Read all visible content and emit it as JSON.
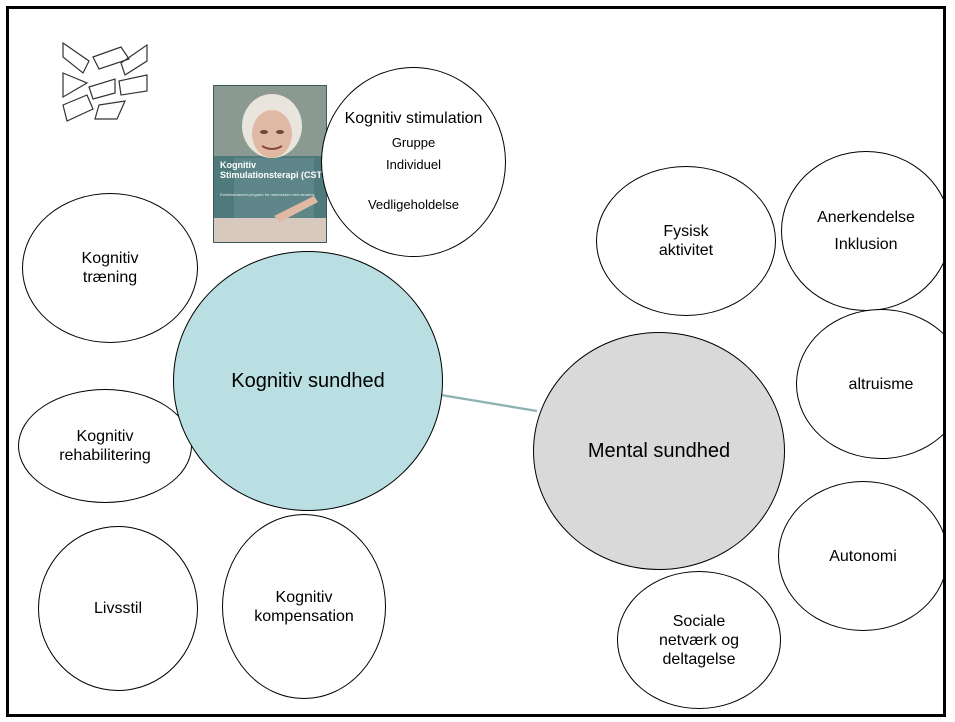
{
  "center_left": {
    "label": "Kognitiv sundhed",
    "color": "#b9dfe2"
  },
  "center_right": {
    "label": "Mental sundhed",
    "color": "#d9d9d9"
  },
  "book": {
    "title": "Kognitiv Stimulationsterapi (CST)",
    "subtitle": "Evidensbaseret program for mennesker med demens"
  },
  "left_nodes": {
    "stimulation": {
      "title": "Kognitiv stimulation",
      "items": [
        "Gruppe",
        "Individuel",
        "Vedligeholdelse"
      ]
    },
    "traening": "Kognitiv træning",
    "rehabilitering": "Kognitiv rehabilitering",
    "livsstil": "Livsstil",
    "kompensation": "Kognitiv kompensation"
  },
  "right_nodes": {
    "fysisk": "Fysisk aktivitet",
    "anerkendelse": [
      "Anerkendelse",
      "Inklusion"
    ],
    "altruisme": "altruisme",
    "autonomi": "Autonomi",
    "sociale": "Sociale netværk og deltagelse"
  },
  "icons": {
    "logo": "region-logo-icon",
    "book": "book-cover-image"
  }
}
